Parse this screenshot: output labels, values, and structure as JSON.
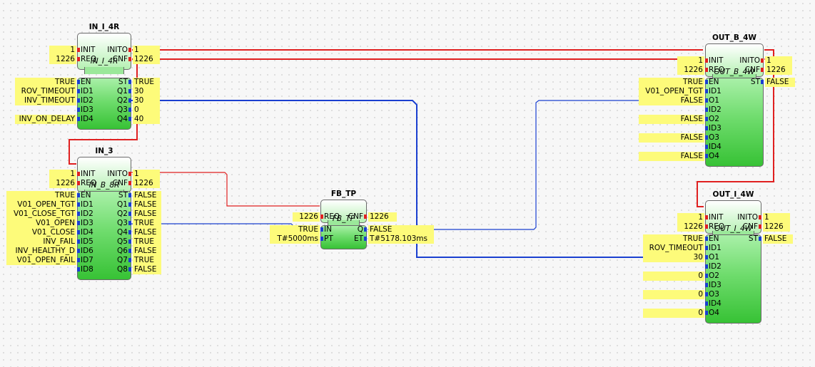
{
  "blocks": {
    "in_i_4r": {
      "title": "IN_I_4R",
      "type": "IN_I_4R",
      "ev_in": [
        "INIT",
        "REQ"
      ],
      "ev_out": [
        "INITO",
        "CNF"
      ],
      "d_in": [
        "EN",
        "ID1",
        "ID2",
        "ID3",
        "ID4"
      ],
      "d_out": [
        "ST",
        "Q1",
        "Q2",
        "Q3",
        "Q4"
      ],
      "ev_in_vals": [
        "1",
        "1226"
      ],
      "ev_out_vals": [
        "1",
        "1226"
      ],
      "d_in_vals": [
        "TRUE",
        "ROV_TIMEOUT",
        "INV_TIMEOUT",
        "",
        "INV_ON_DELAY"
      ],
      "d_out_vals": [
        "TRUE",
        "30",
        "30",
        "0",
        "40"
      ]
    },
    "in_3": {
      "title": "IN_3",
      "type": "IN_B_8R",
      "ev_in": [
        "INIT",
        "REQ"
      ],
      "ev_out": [
        "INITO",
        "CNF"
      ],
      "d_in": [
        "EN",
        "ID1",
        "ID2",
        "ID3",
        "ID4",
        "ID5",
        "ID6",
        "ID7",
        "ID8"
      ],
      "d_out": [
        "ST",
        "Q1",
        "Q2",
        "Q3",
        "Q4",
        "Q5",
        "Q6",
        "Q7",
        "Q8"
      ],
      "ev_in_vals": [
        "1",
        "1226"
      ],
      "ev_out_vals": [
        "1",
        "1226"
      ],
      "d_in_vals": [
        "TRUE",
        "V01_OPEN_TGT",
        "V01_CLOSE_TGT",
        "V01_OPEN",
        "V01_CLOSE",
        "INV_FAIL",
        "INV_HEALTHY_D",
        "V01_OPEN_FAIL",
        ""
      ],
      "d_out_vals": [
        "FALSE",
        "FALSE",
        "FALSE",
        "TRUE",
        "FALSE",
        "TRUE",
        "FALSE",
        "TRUE",
        "FALSE"
      ]
    },
    "fb_tp": {
      "title": "FB_TP",
      "type": "FB_TP",
      "ev_in": [
        "REQ"
      ],
      "ev_out": [
        "CNF"
      ],
      "d_in": [
        "IN",
        "PT"
      ],
      "d_out": [
        "Q",
        "ET"
      ],
      "ev_in_vals": [
        "1226"
      ],
      "ev_out_vals": [
        "1226"
      ],
      "d_in_vals": [
        "TRUE",
        "T#5000ms"
      ],
      "d_out_vals": [
        "FALSE",
        "T#5178.103ms"
      ]
    },
    "out_b_4w": {
      "title": "OUT_B_4W",
      "type": "OUT_B_4W",
      "ev_in": [
        "INIT",
        "REQ"
      ],
      "ev_out": [
        "INITO",
        "CNF"
      ],
      "d_in": [
        "EN",
        "ID1",
        "O1",
        "ID2",
        "O2",
        "ID3",
        "O3",
        "ID4",
        "O4"
      ],
      "d_out": [
        "ST"
      ],
      "ev_in_vals": [
        "1",
        "1226"
      ],
      "ev_out_vals": [
        "1",
        "1226"
      ],
      "d_in_vals": [
        "TRUE",
        "V01_OPEN_TGT",
        "FALSE",
        "",
        "FALSE",
        "",
        "FALSE",
        "",
        "FALSE"
      ],
      "d_out_vals": [
        "FALSE"
      ]
    },
    "out_i_4w": {
      "title": "OUT_I_4W",
      "type": "OUT_I_4W",
      "ev_in": [
        "INIT",
        "REQ"
      ],
      "ev_out": [
        "INITO",
        "CNF"
      ],
      "d_in": [
        "EN",
        "ID1",
        "O1",
        "ID2",
        "O2",
        "ID3",
        "O3",
        "ID4",
        "O4"
      ],
      "d_out": [
        "ST"
      ],
      "ev_in_vals": [
        "1",
        "1226"
      ],
      "ev_out_vals": [
        "1",
        "1226"
      ],
      "d_in_vals": [
        "TRUE",
        "ROV_TIMEOUT",
        "30",
        "",
        "0",
        "",
        "0",
        "",
        "0"
      ],
      "d_out_vals": [
        "FALSE"
      ]
    }
  },
  "colors": {
    "event_wire": "#e02020",
    "data_wire": "#1a3fd0",
    "value_bg": "#fdfb7a",
    "block_fill": "#4fd04c"
  }
}
